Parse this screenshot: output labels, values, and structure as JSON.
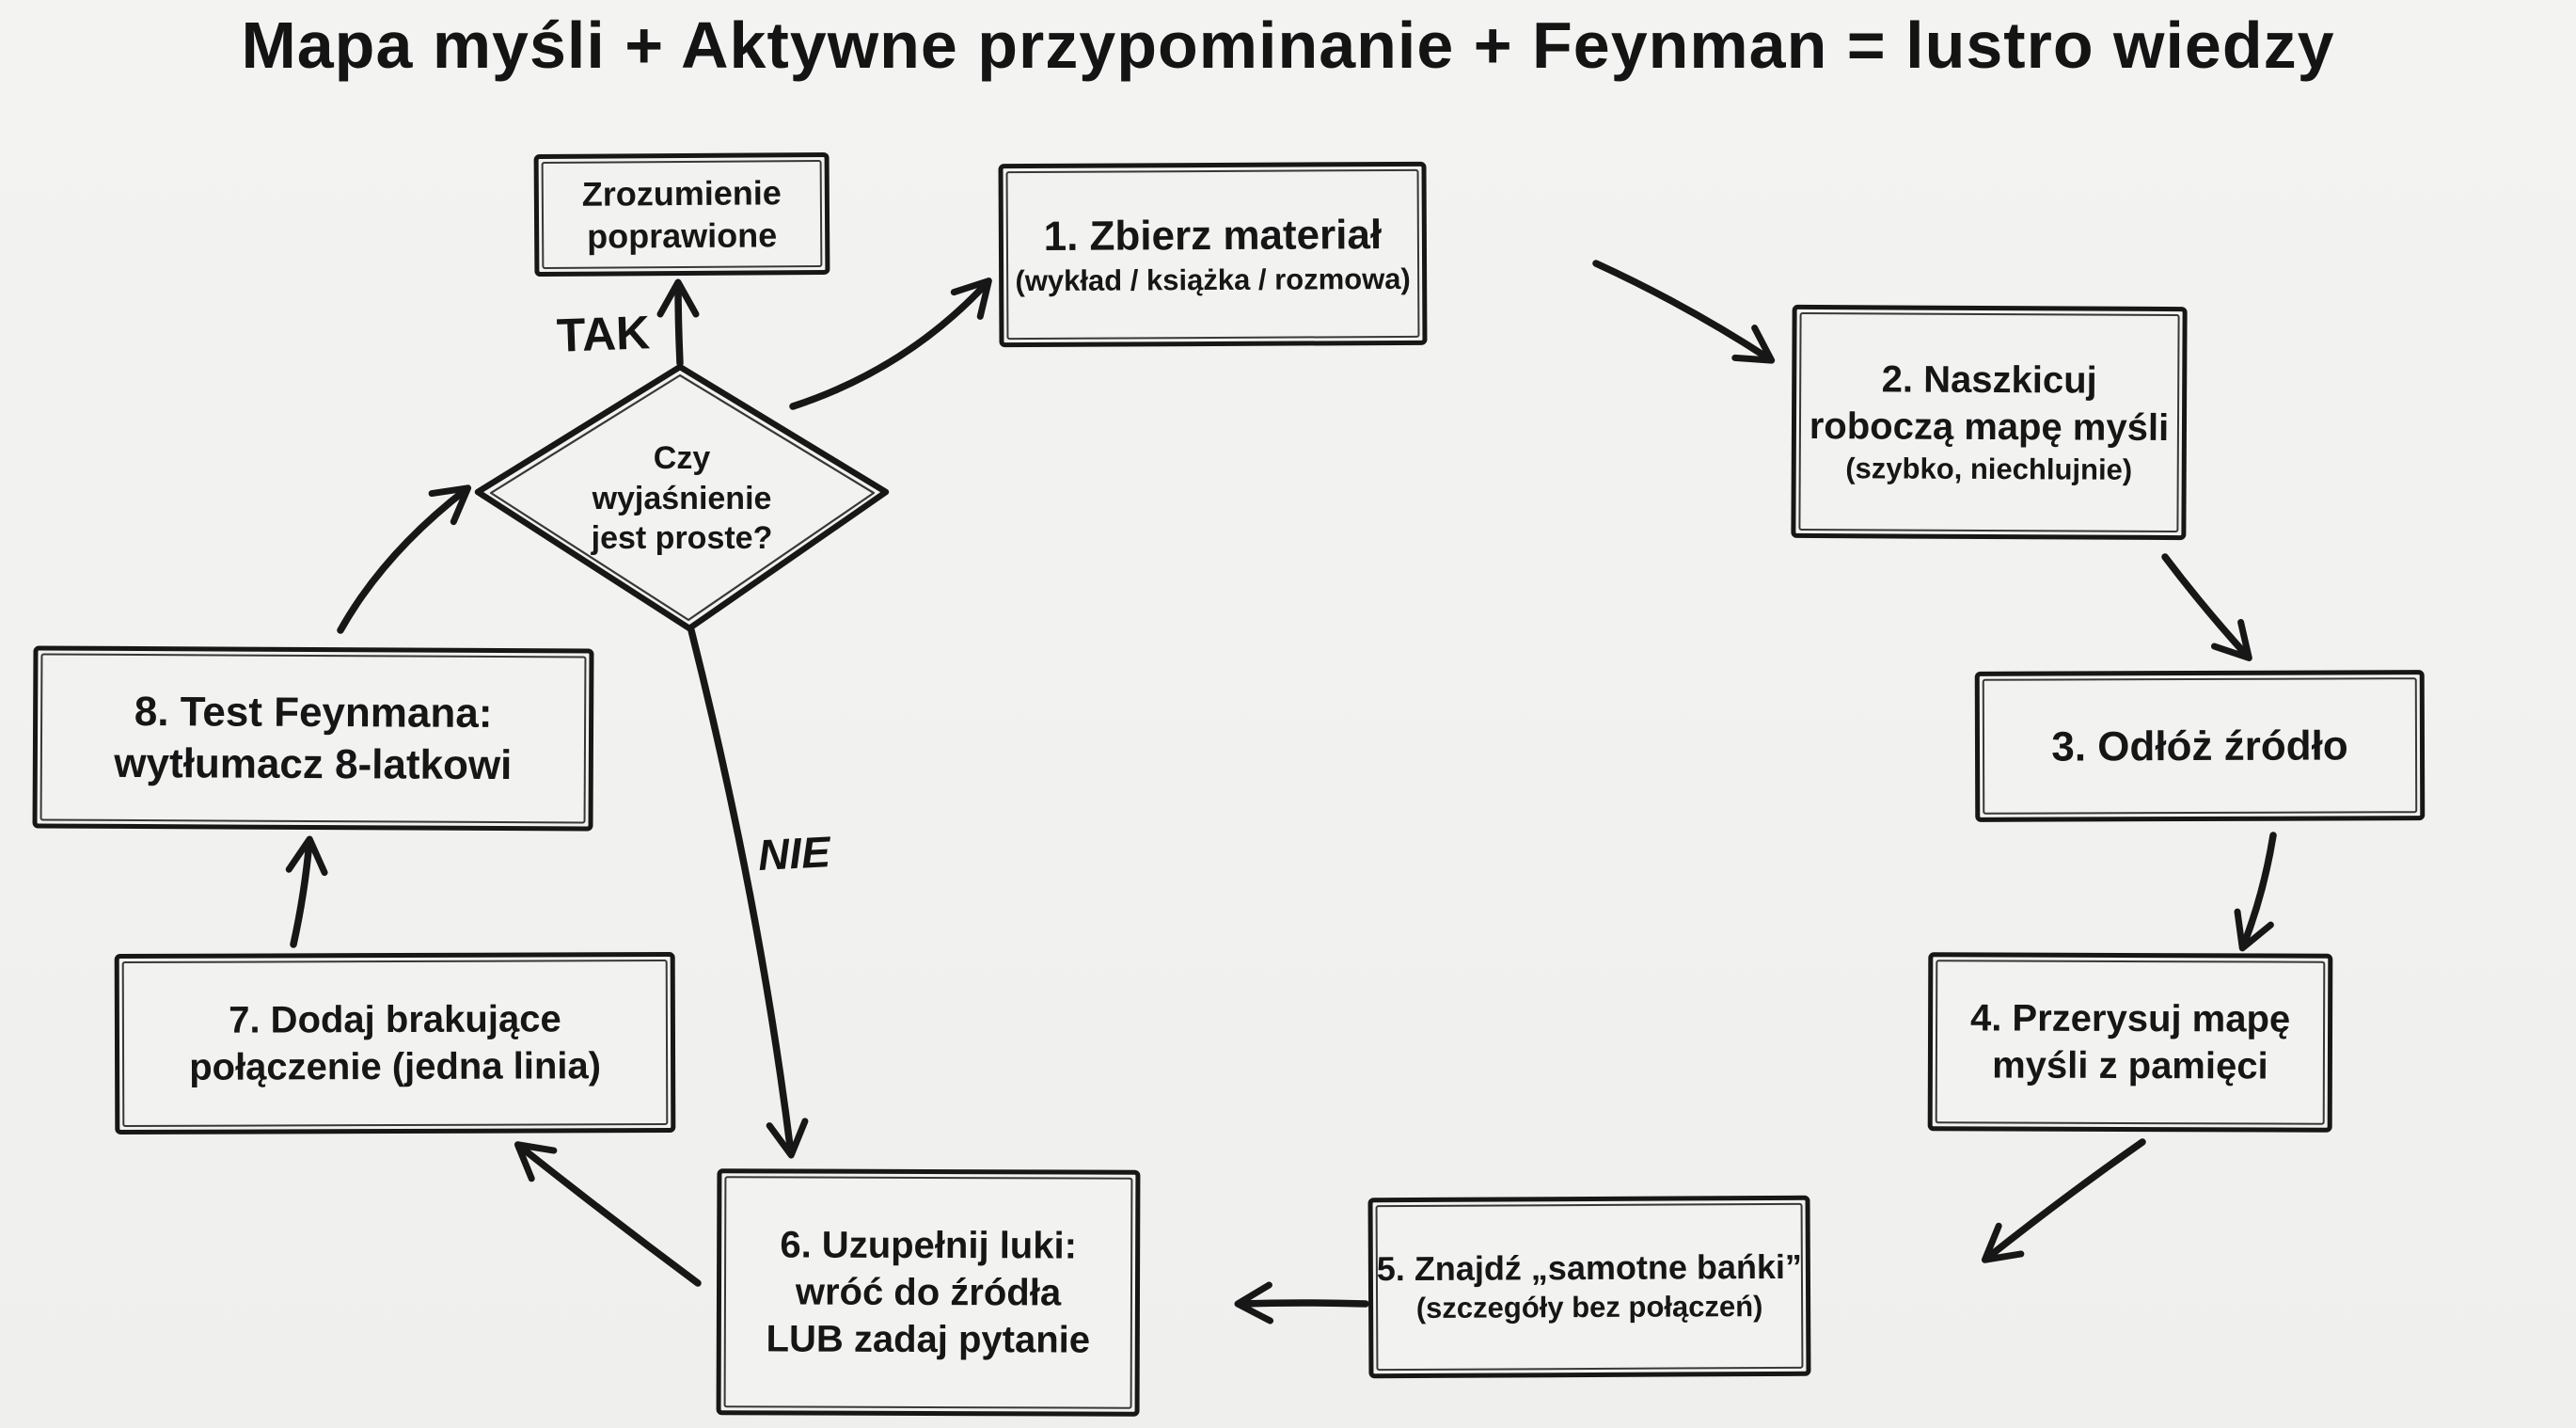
{
  "title": "Mapa myśli + Aktywne przypominanie + Feynman = lustro wiedzy",
  "colors": {
    "background": "#f2f2f0",
    "ink": "#171717"
  },
  "nodes": {
    "result": {
      "line1": "Zrozumienie",
      "line2": "poprawione"
    },
    "step1": {
      "line1": "1. Zbierz materiał",
      "line2": "(wykład / książka / rozmowa)"
    },
    "step2": {
      "line1": "2. Naszkicuj",
      "line2": "roboczą mapę myśli",
      "line3": "(szybko, niechlujnie)"
    },
    "step3": {
      "line1": "3. Odłóż źródło"
    },
    "step4": {
      "line1": "4. Przerysuj mapę",
      "line2": "myśli z pamięci"
    },
    "step5": {
      "line1": "5. Znajdź „samotne bańki”",
      "line2": "(szczegóły bez połączeń)"
    },
    "step6": {
      "line1": "6. Uzupełnij luki:",
      "line2": "wróć do źródła",
      "line3": "LUB zadaj pytanie"
    },
    "step7": {
      "line1": "7. Dodaj brakujące",
      "line2": "połączenie (jedna linia)"
    },
    "step8": {
      "line1": "8. Test Feynmana:",
      "line2": "wytłumacz 8-latkowi"
    },
    "decision": {
      "line1": "Czy",
      "line2": "wyjaśnienie",
      "line3": "jest proste?"
    }
  },
  "edge_labels": {
    "yes": "TAK",
    "no": "NIE"
  }
}
